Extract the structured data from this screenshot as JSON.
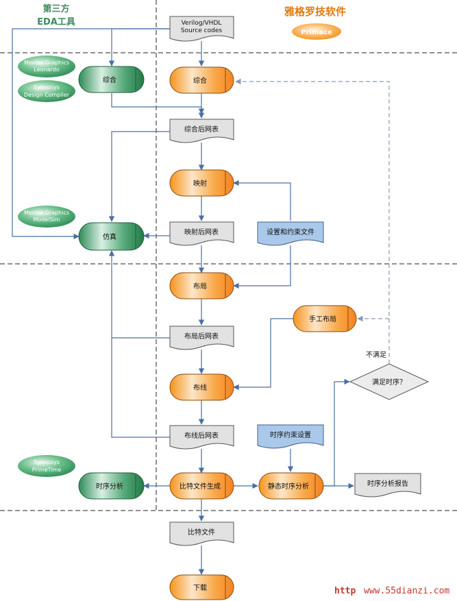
{
  "header": {
    "left_line1": "第三方",
    "left_line2": "EDA工具",
    "right_title": "雅格罗技软件",
    "right_badge": "Primace"
  },
  "tools": {
    "leonardo_l1": "Mentor Graphics",
    "leonardo_l2": "Leonardo",
    "dc_l1": "Synopsys",
    "dc_l2": "Design Compiler",
    "modelsim_l1": "Mentor Graphics",
    "modelsim_l2": "ModelSim",
    "primetime_l1": "Synopsys",
    "primetime_l2": "PrimeTime"
  },
  "nodes": {
    "source_l1": "Verilog/VHDL",
    "source_l2": "Source codes",
    "synth_third": "综合",
    "synth": "综合",
    "netlist_synth": "综合后网表",
    "map": "映射",
    "netlist_map": "映射后网表",
    "constraints_file": "设置和约束文件",
    "sim": "仿真",
    "place": "布局",
    "manual_place": "手工布局",
    "netlist_place": "布局后网表",
    "route": "布线",
    "netlist_route": "布线后网表",
    "timing_constraints": "时序约束设置",
    "bitgen": "比特文件生成",
    "sta": "静态时序分析",
    "timing_third": "时序分析",
    "timing_report": "时序分析报告",
    "decision": "满足时序？",
    "not_met": "不满足",
    "bitfile": "比特文件",
    "download": "下载"
  },
  "watermark": {
    "left": "http",
    "right": "www.55dianzi.com"
  },
  "colors": {
    "arrow": "#4a6fa5",
    "dashed": "#8899bb",
    "orange": "#f7941d",
    "green": "#2e8b57",
    "doc_gray": "#e2e2e2",
    "doc_blue": "#a9c8ea"
  }
}
